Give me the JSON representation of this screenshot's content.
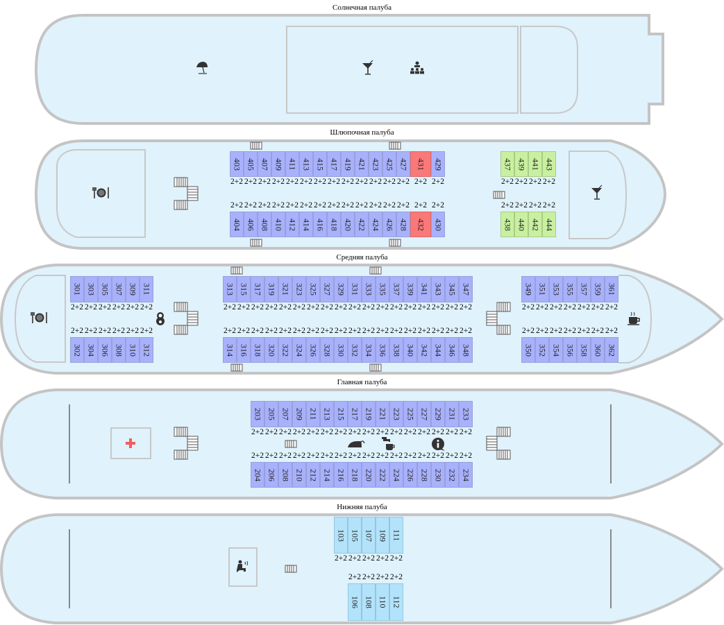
{
  "colors": {
    "hull_fill": "#e0f2fc",
    "hull_stroke": "#c4c4c4",
    "room_stroke": "#c8c8c8",
    "status": {
      "available": "#a8b1fb",
      "booked": "#fb7878",
      "special": "#c9f0a0",
      "lower": "#b3e3fb"
    }
  },
  "decks": {
    "sun": {
      "title": "Солнечная палуба",
      "icons": [
        "beach-umbrella-icon",
        "cocktail-icon",
        "conference-hall-icon"
      ]
    },
    "boat": {
      "title": "Шлюпочная палуба",
      "icons": [
        "restaurant-icon",
        "cocktail-icon"
      ]
    },
    "middle": {
      "title": "Средняя палуба",
      "icons": [
        "restaurant-icon",
        "kids-room-icon",
        "cafe-icon"
      ]
    },
    "main": {
      "title": "Главная палуба",
      "icons": [
        "medical-icon",
        "ironing-icon",
        "hot-water-icon",
        "info-icon"
      ]
    },
    "lower": {
      "title": "Нижняя палуба",
      "icons": [
        "sauna-icon"
      ]
    }
  },
  "cabin_rows": {
    "boat_top_a": [
      {
        "n": "403",
        "cap": "2+2",
        "s": "available"
      },
      {
        "n": "405",
        "cap": "2+2",
        "s": "available"
      },
      {
        "n": "407",
        "cap": "2+2",
        "s": "available"
      },
      {
        "n": "409",
        "cap": "2+2",
        "s": "available"
      },
      {
        "n": "411",
        "cap": "2+2",
        "s": "available"
      },
      {
        "n": "413",
        "cap": "2+2",
        "s": "available"
      },
      {
        "n": "415",
        "cap": "2+2",
        "s": "available"
      },
      {
        "n": "417",
        "cap": "2+2",
        "s": "available"
      },
      {
        "n": "419",
        "cap": "2+2",
        "s": "available"
      },
      {
        "n": "421",
        "cap": "2+2",
        "s": "available"
      },
      {
        "n": "423",
        "cap": "2+2",
        "s": "available"
      },
      {
        "n": "425",
        "cap": "2+2",
        "s": "available"
      },
      {
        "n": "427",
        "cap": "2+2",
        "s": "available"
      },
      {
        "n": "431",
        "cap": "2+2",
        "s": "booked"
      },
      {
        "n": "429",
        "cap": "2+2",
        "s": "available"
      }
    ],
    "boat_bot_a": [
      {
        "n": "404",
        "cap": "2+2",
        "s": "available"
      },
      {
        "n": "406",
        "cap": "2+2",
        "s": "available"
      },
      {
        "n": "408",
        "cap": "2+2",
        "s": "available"
      },
      {
        "n": "410",
        "cap": "2+2",
        "s": "available"
      },
      {
        "n": "412",
        "cap": "2+2",
        "s": "available"
      },
      {
        "n": "414",
        "cap": "2+2",
        "s": "available"
      },
      {
        "n": "416",
        "cap": "2+2",
        "s": "available"
      },
      {
        "n": "418",
        "cap": "2+2",
        "s": "available"
      },
      {
        "n": "420",
        "cap": "2+2",
        "s": "available"
      },
      {
        "n": "422",
        "cap": "2+2",
        "s": "available"
      },
      {
        "n": "424",
        "cap": "2+2",
        "s": "available"
      },
      {
        "n": "426",
        "cap": "2+2",
        "s": "available"
      },
      {
        "n": "428",
        "cap": "2+2",
        "s": "available"
      },
      {
        "n": "432",
        "cap": "2+2",
        "s": "booked"
      },
      {
        "n": "430",
        "cap": "2+2",
        "s": "available"
      }
    ],
    "boat_top_b": [
      {
        "n": "437",
        "cap": "2+2",
        "s": "special"
      },
      {
        "n": "439",
        "cap": "2+2",
        "s": "special"
      },
      {
        "n": "441",
        "cap": "2+2",
        "s": "special"
      },
      {
        "n": "443",
        "cap": "2+2",
        "s": "special"
      }
    ],
    "boat_bot_b": [
      {
        "n": "438",
        "cap": "2+2",
        "s": "special"
      },
      {
        "n": "440",
        "cap": "2+2",
        "s": "special"
      },
      {
        "n": "442",
        "cap": "2+2",
        "s": "special"
      },
      {
        "n": "444",
        "cap": "2+2",
        "s": "special"
      }
    ],
    "mid_top_a": [
      {
        "n": "301",
        "cap": "2+2",
        "s": "available"
      },
      {
        "n": "303",
        "cap": "2+2",
        "s": "available"
      },
      {
        "n": "305",
        "cap": "2+2",
        "s": "available"
      },
      {
        "n": "307",
        "cap": "2+2",
        "s": "available"
      },
      {
        "n": "309",
        "cap": "2+2",
        "s": "available"
      },
      {
        "n": "311",
        "cap": "2+2",
        "s": "available"
      }
    ],
    "mid_bot_a": [
      {
        "n": "302",
        "cap": "2+2",
        "s": "available"
      },
      {
        "n": "304",
        "cap": "2+2",
        "s": "available"
      },
      {
        "n": "306",
        "cap": "2+2",
        "s": "available"
      },
      {
        "n": "308",
        "cap": "2+2",
        "s": "available"
      },
      {
        "n": "310",
        "cap": "2+2",
        "s": "available"
      },
      {
        "n": "312",
        "cap": "2+2",
        "s": "available"
      }
    ],
    "mid_top_b": [
      {
        "n": "313",
        "cap": "2+2",
        "s": "available"
      },
      {
        "n": "315",
        "cap": "2+2",
        "s": "available"
      },
      {
        "n": "317",
        "cap": "2+2",
        "s": "available"
      },
      {
        "n": "319",
        "cap": "2+2",
        "s": "available"
      },
      {
        "n": "321",
        "cap": "2+2",
        "s": "available"
      },
      {
        "n": "323",
        "cap": "2+2",
        "s": "available"
      },
      {
        "n": "325",
        "cap": "2+2",
        "s": "available"
      },
      {
        "n": "327",
        "cap": "2+2",
        "s": "available"
      },
      {
        "n": "329",
        "cap": "2+2",
        "s": "available"
      },
      {
        "n": "331",
        "cap": "2+2",
        "s": "available"
      },
      {
        "n": "333",
        "cap": "2+2",
        "s": "available"
      },
      {
        "n": "335",
        "cap": "2+2",
        "s": "available"
      },
      {
        "n": "337",
        "cap": "2+2",
        "s": "available"
      },
      {
        "n": "339",
        "cap": "2+2",
        "s": "available"
      },
      {
        "n": "341",
        "cap": "2+2",
        "s": "available"
      },
      {
        "n": "343",
        "cap": "2+2",
        "s": "available"
      },
      {
        "n": "345",
        "cap": "2+2",
        "s": "available"
      },
      {
        "n": "347",
        "cap": "2+2",
        "s": "available"
      }
    ],
    "mid_bot_b": [
      {
        "n": "314",
        "cap": "2+2",
        "s": "available"
      },
      {
        "n": "316",
        "cap": "2+2",
        "s": "available"
      },
      {
        "n": "318",
        "cap": "2+2",
        "s": "available"
      },
      {
        "n": "320",
        "cap": "2+2",
        "s": "available"
      },
      {
        "n": "322",
        "cap": "2+2",
        "s": "available"
      },
      {
        "n": "324",
        "cap": "2+2",
        "s": "available"
      },
      {
        "n": "326",
        "cap": "2+2",
        "s": "available"
      },
      {
        "n": "328",
        "cap": "2+2",
        "s": "available"
      },
      {
        "n": "330",
        "cap": "2+2",
        "s": "available"
      },
      {
        "n": "332",
        "cap": "2+2",
        "s": "available"
      },
      {
        "n": "334",
        "cap": "2+2",
        "s": "available"
      },
      {
        "n": "336",
        "cap": "2+2",
        "s": "available"
      },
      {
        "n": "338",
        "cap": "2+2",
        "s": "available"
      },
      {
        "n": "340",
        "cap": "2+2",
        "s": "available"
      },
      {
        "n": "342",
        "cap": "2+2",
        "s": "available"
      },
      {
        "n": "344",
        "cap": "2+2",
        "s": "available"
      },
      {
        "n": "346",
        "cap": "2+2",
        "s": "available"
      },
      {
        "n": "348",
        "cap": "2+2",
        "s": "available"
      }
    ],
    "mid_top_c": [
      {
        "n": "349",
        "cap": "2+2",
        "s": "available"
      },
      {
        "n": "351",
        "cap": "2+2",
        "s": "available"
      },
      {
        "n": "353",
        "cap": "2+2",
        "s": "available"
      },
      {
        "n": "355",
        "cap": "2+2",
        "s": "available"
      },
      {
        "n": "357",
        "cap": "2+2",
        "s": "available"
      },
      {
        "n": "359",
        "cap": "2+2",
        "s": "available"
      },
      {
        "n": "361",
        "cap": "2+2",
        "s": "available"
      }
    ],
    "mid_bot_c": [
      {
        "n": "350",
        "cap": "2+2",
        "s": "available"
      },
      {
        "n": "352",
        "cap": "2+2",
        "s": "available"
      },
      {
        "n": "354",
        "cap": "2+2",
        "s": "available"
      },
      {
        "n": "356",
        "cap": "2+2",
        "s": "available"
      },
      {
        "n": "358",
        "cap": "2+2",
        "s": "available"
      },
      {
        "n": "360",
        "cap": "2+2",
        "s": "available"
      },
      {
        "n": "362",
        "cap": "2+2",
        "s": "available"
      }
    ],
    "main_top": [
      {
        "n": "203",
        "cap": "2+2",
        "s": "available"
      },
      {
        "n": "205",
        "cap": "2+2",
        "s": "available"
      },
      {
        "n": "207",
        "cap": "2+2",
        "s": "available"
      },
      {
        "n": "209",
        "cap": "2+2",
        "s": "available"
      },
      {
        "n": "211",
        "cap": "2+2",
        "s": "available"
      },
      {
        "n": "213",
        "cap": "2+2",
        "s": "available"
      },
      {
        "n": "215",
        "cap": "2+2",
        "s": "available"
      },
      {
        "n": "217",
        "cap": "2+2",
        "s": "available"
      },
      {
        "n": "219",
        "cap": "2+2",
        "s": "available"
      },
      {
        "n": "221",
        "cap": "2+2",
        "s": "available"
      },
      {
        "n": "223",
        "cap": "2+2",
        "s": "available"
      },
      {
        "n": "225",
        "cap": "2+2",
        "s": "available"
      },
      {
        "n": "227",
        "cap": "2+2",
        "s": "available"
      },
      {
        "n": "229",
        "cap": "2+2",
        "s": "available"
      },
      {
        "n": "231",
        "cap": "2+2",
        "s": "available"
      },
      {
        "n": "233",
        "cap": "2+2",
        "s": "available"
      }
    ],
    "main_bot": [
      {
        "n": "204",
        "cap": "2+2",
        "s": "available"
      },
      {
        "n": "206",
        "cap": "2+2",
        "s": "available"
      },
      {
        "n": "208",
        "cap": "2+2",
        "s": "available"
      },
      {
        "n": "210",
        "cap": "2+2",
        "s": "available"
      },
      {
        "n": "212",
        "cap": "2+2",
        "s": "available"
      },
      {
        "n": "214",
        "cap": "2+2",
        "s": "available"
      },
      {
        "n": "216",
        "cap": "2+2",
        "s": "available"
      },
      {
        "n": "218",
        "cap": "2+2",
        "s": "available"
      },
      {
        "n": "220",
        "cap": "2+2",
        "s": "available"
      },
      {
        "n": "222",
        "cap": "2+2",
        "s": "available"
      },
      {
        "n": "224",
        "cap": "2+2",
        "s": "available"
      },
      {
        "n": "226",
        "cap": "2+2",
        "s": "available"
      },
      {
        "n": "228",
        "cap": "2+2",
        "s": "available"
      },
      {
        "n": "230",
        "cap": "2+2",
        "s": "available"
      },
      {
        "n": "232",
        "cap": "2+2",
        "s": "available"
      },
      {
        "n": "234",
        "cap": "2+2",
        "s": "available"
      }
    ],
    "lower_top": [
      {
        "n": "103",
        "cap": "2+2",
        "s": "lower"
      },
      {
        "n": "105",
        "cap": "2+2",
        "s": "lower"
      },
      {
        "n": "107",
        "cap": "2+2",
        "s": "lower"
      },
      {
        "n": "109",
        "cap": "2+2",
        "s": "lower"
      },
      {
        "n": "111",
        "cap": "2+2",
        "s": "lower"
      }
    ],
    "lower_bot": [
      {
        "n": "106",
        "cap": "2+2",
        "s": "lower"
      },
      {
        "n": "108",
        "cap": "2+2",
        "s": "lower"
      },
      {
        "n": "110",
        "cap": "2+2",
        "s": "lower"
      },
      {
        "n": "112",
        "cap": "2+2",
        "s": "lower"
      }
    ]
  }
}
